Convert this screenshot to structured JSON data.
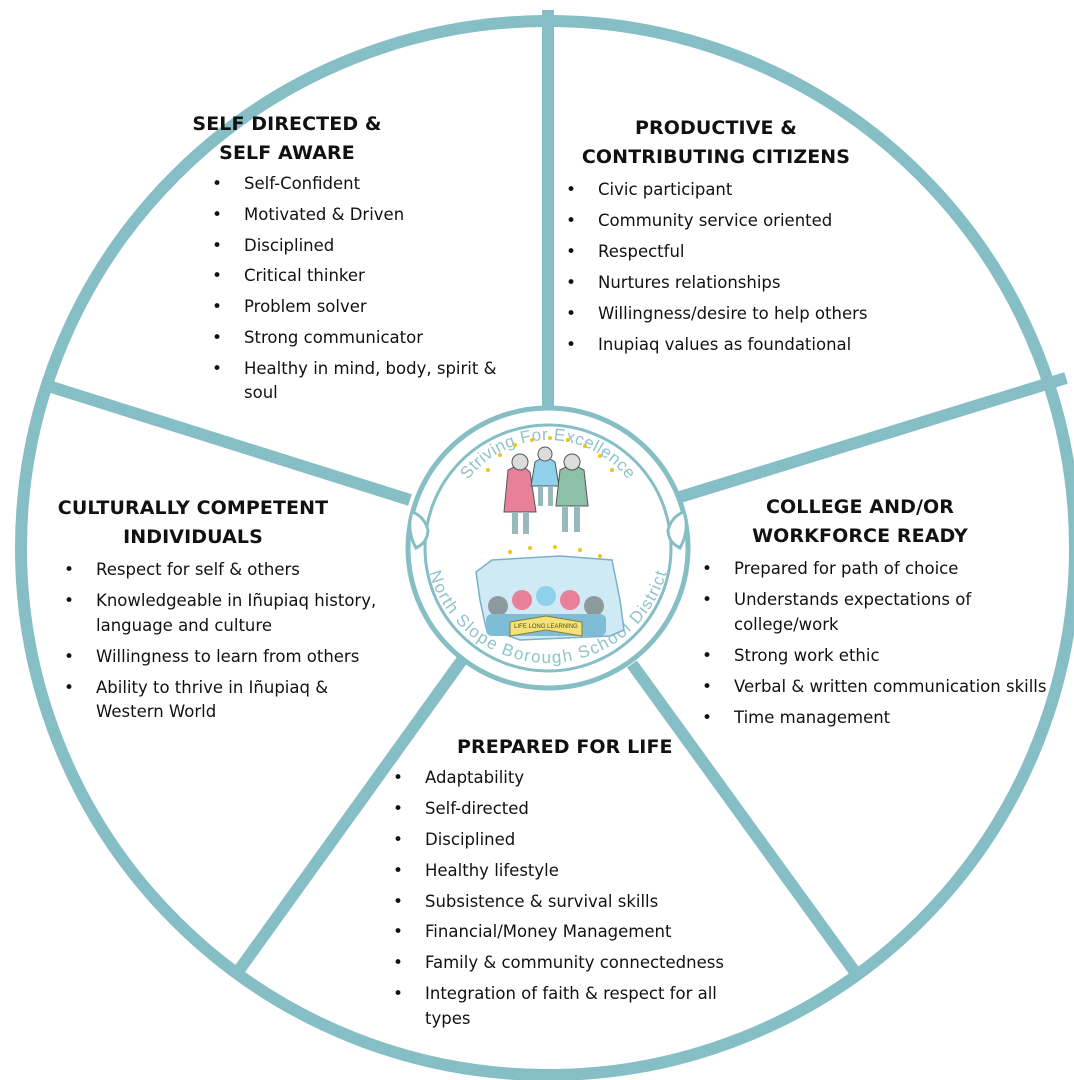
{
  "colors": {
    "ring": "#86bec5",
    "logo_ring": "#86bec5",
    "logo_text": "#8fc3c9",
    "text": "#111111"
  },
  "logo": {
    "top_text": "Striving For Excellence",
    "bottom_text": "North Slope Borough School District",
    "book_text": "LIFE LONG LEARNING"
  },
  "segments": {
    "self_directed": {
      "title_line1": "SELF DIRECTED &",
      "title_line2": "SELF AWARE",
      "items": [
        "Self-Confident",
        "Motivated & Driven",
        "Disciplined",
        "Critical thinker",
        "Problem solver",
        "Strong communicator",
        "Healthy in mind, body, spirit & soul"
      ]
    },
    "productive": {
      "title_line1": "PRODUCTIVE &",
      "title_line2": "CONTRIBUTING CITIZENS",
      "items": [
        "Civic participant",
        "Community service oriented",
        "Respectful",
        "Nurtures relationships",
        "Willingness/desire to help others",
        "Inupiaq values as foundational"
      ]
    },
    "culturally": {
      "title_line1": "CULTURALLY COMPETENT",
      "title_line2": "INDIVIDUALS",
      "items": [
        "Respect for self & others",
        "Knowledgeable in Iñupiaq history, language and culture",
        "Willingness to learn from others",
        "Ability to thrive in Iñupiaq & Western World"
      ]
    },
    "college": {
      "title_line1": "COLLEGE AND/OR",
      "title_line2": "WORKFORCE READY",
      "items": [
        "Prepared for path of choice",
        "Understands expectations of college/work",
        "Strong work ethic",
        "Verbal & written communication skills",
        "Time management"
      ]
    },
    "prepared": {
      "title_line1": "PREPARED FOR LIFE",
      "items": [
        "Adaptability",
        "Self-directed",
        "Disciplined",
        "Healthy lifestyle",
        "Subsistence & survival skills",
        "Financial/Money Management",
        "Family & community connectedness",
        "Integration of faith & respect for all types"
      ]
    }
  }
}
